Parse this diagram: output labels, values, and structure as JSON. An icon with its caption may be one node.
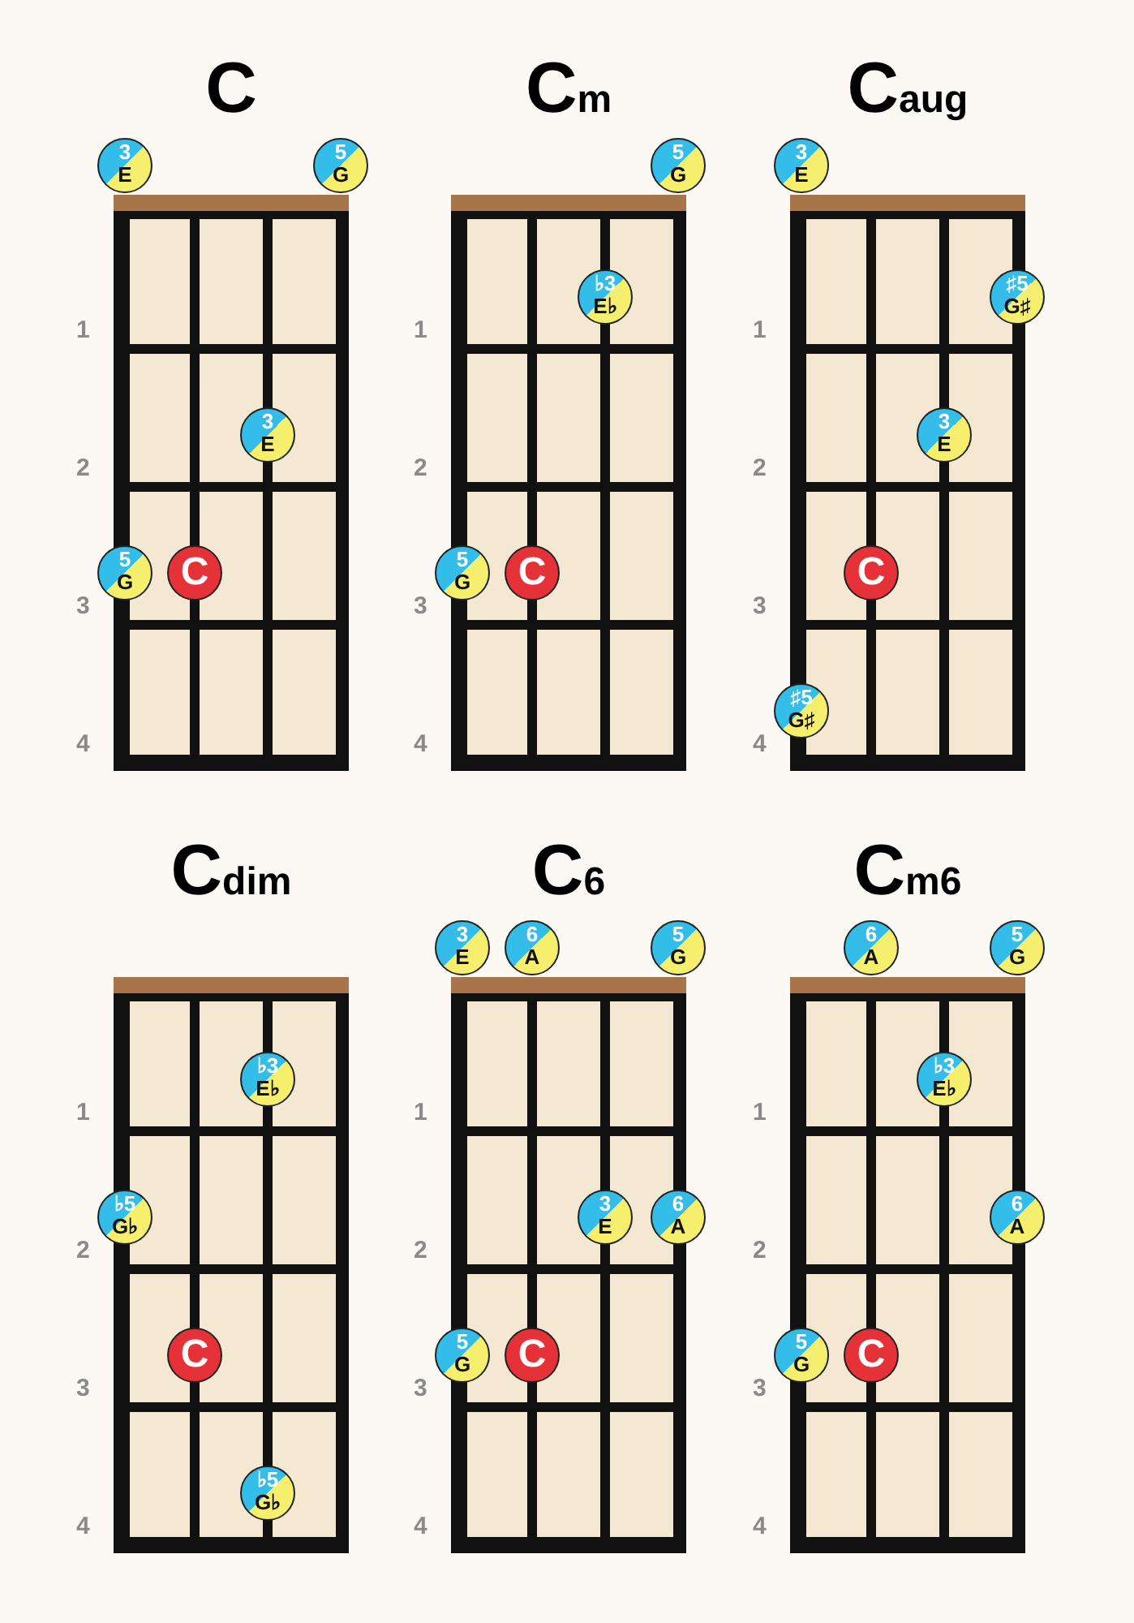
{
  "diagram": {
    "nodes": [
      {
        "text": [
          "C"
        ]
      },
      {
        "text": [
          "3",
          "E"
        ]
      },
      {
        "text": [
          "5",
          "G"
        ]
      },
      {
        "text": [
          "3",
          "E"
        ],
        "in": 0
      },
      {
        "text": [
          "5",
          "G"
        ],
        "in": 0
      },
      {
        "text": [
          "C"
        ],
        "in": 0
      },
      {
        "text": [
          "Cm"
        ]
      },
      {
        "text": [
          "5",
          "G"
        ]
      },
      {
        "text": [
          "♭3",
          "E♭"
        ],
        "in": 6
      },
      {
        "text": [
          "5",
          "G"
        ],
        "in": 6
      },
      {
        "text": [
          "C"
        ],
        "in": 6
      },
      {
        "text": [
          "Caug"
        ]
      },
      {
        "text": [
          "3",
          "E"
        ]
      },
      {
        "text": [
          "♯5",
          "G♯"
        ],
        "in": 11
      },
      {
        "text": [
          "3",
          "E"
        ],
        "in": 11
      },
      {
        "text": [
          "C"
        ],
        "in": 11
      },
      {
        "text": [
          "♯5",
          "G♯"
        ],
        "in": 11
      },
      {
        "text": [
          "Cdim"
        ]
      },
      {
        "text": [
          "♭3",
          "E♭"
        ],
        "in": 17
      },
      {
        "text": [
          "♭5",
          "G♭"
        ],
        "in": 17
      },
      {
        "text": [
          "C"
        ],
        "in": 17
      },
      {
        "text": [
          "♭5",
          "G♭"
        ],
        "in": 17
      },
      {
        "text": [
          "C6"
        ]
      },
      {
        "text": [
          "3",
          "E"
        ]
      },
      {
        "text": [
          "6",
          "A"
        ]
      },
      {
        "text": [
          "5",
          "G"
        ]
      },
      {
        "text": [
          "3",
          "E"
        ],
        "in": 22
      },
      {
        "text": [
          "6",
          "A"
        ],
        "in": 22
      },
      {
        "text": [
          "5",
          "G"
        ],
        "in": 22
      },
      {
        "text": [
          "C"
        ],
        "in": 22
      },
      {
        "text": [
          "Cm6"
        ]
      },
      {
        "text": [
          "6",
          "A"
        ]
      },
      {
        "text": [
          "5",
          "G"
        ]
      },
      {
        "text": [
          "♭3",
          "E♭"
        ],
        "in": 30
      },
      {
        "text": [
          "6",
          "A"
        ],
        "in": 30
      },
      {
        "text": [
          "5",
          "G"
        ],
        "in": 30
      },
      {
        "text": [
          "C"
        ],
        "in": 30
      }
    ],
    "labels": [
      "1",
      "2",
      "3",
      "4",
      "1",
      "2",
      "3",
      "4",
      "1",
      "2",
      "3",
      "4",
      "1",
      "2",
      "3",
      "4",
      "1",
      "2",
      "3",
      "4",
      "1",
      "2",
      "3",
      "4"
    ]
  }
}
